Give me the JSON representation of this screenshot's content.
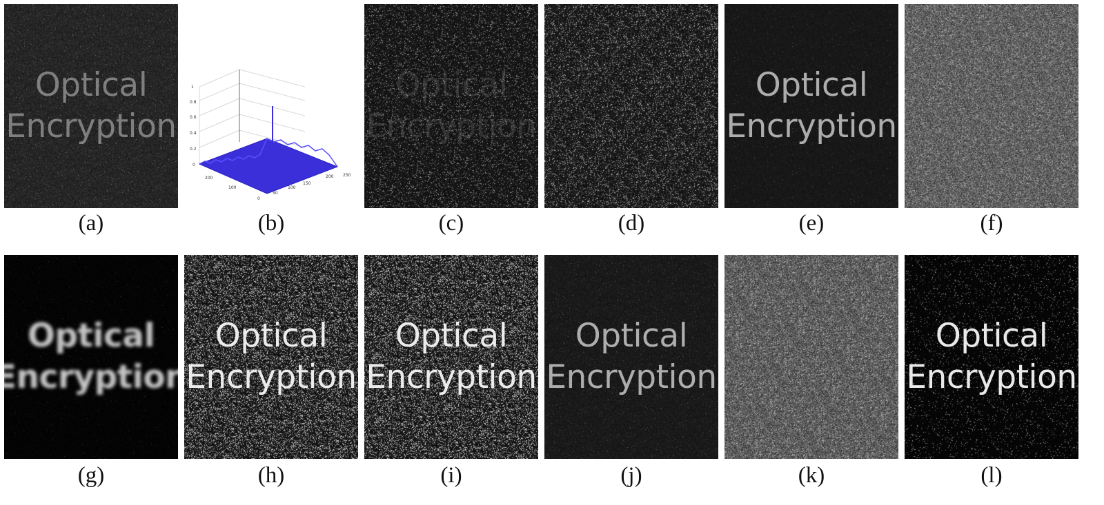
{
  "figure": {
    "panels": [
      {
        "id": "a",
        "caption": "(a)",
        "text_line1": "Optical",
        "text_line2": "Encryption"
      },
      {
        "id": "b",
        "caption": "(b)",
        "axis_z_ticks": [
          "1",
          "0.8",
          "0.6",
          "0.4",
          "0.2",
          "0"
        ],
        "axis_x_ticks": [
          "0",
          "50",
          "100",
          "150",
          "200",
          "250"
        ],
        "axis_y_ticks": [
          "200",
          "100"
        ]
      },
      {
        "id": "c",
        "caption": "(c)",
        "text_line1": "Optical",
        "text_line2": "Encryption"
      },
      {
        "id": "d",
        "caption": "(d)"
      },
      {
        "id": "e",
        "caption": "(e)",
        "text_line1": "Optical",
        "text_line2": "Encryption"
      },
      {
        "id": "f",
        "caption": "(f)"
      },
      {
        "id": "g",
        "caption": "(g)",
        "text_line1": "Optical",
        "text_line2": "Encryption"
      },
      {
        "id": "h",
        "caption": "(h)",
        "text_line1": "Optical",
        "text_line2": "Encryption"
      },
      {
        "id": "i",
        "caption": "(i)",
        "text_line1": "Optical",
        "text_line2": "Encryption"
      },
      {
        "id": "j",
        "caption": "(j)",
        "text_line1": "Optical",
        "text_line2": "Encryption"
      },
      {
        "id": "k",
        "caption": "(k)"
      },
      {
        "id": "l",
        "caption": "(l)",
        "text_line1": "Optical",
        "text_line2": "Encryption"
      }
    ],
    "colors": {
      "surface_plot": "#3a2fd8",
      "background": "#ffffff"
    }
  }
}
